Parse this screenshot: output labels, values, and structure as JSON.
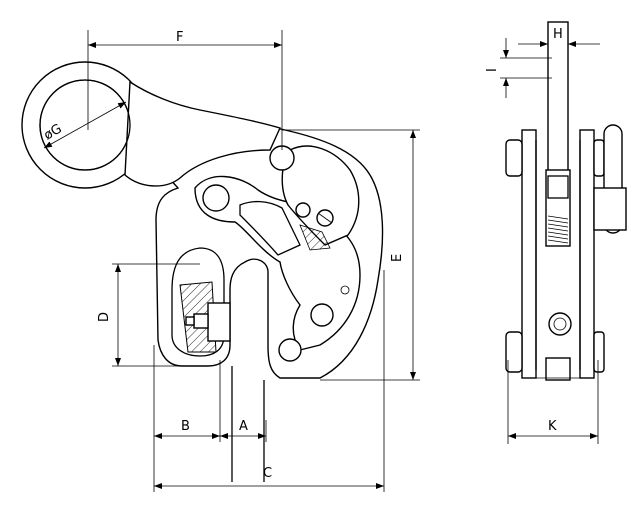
{
  "labels": {
    "F": "F",
    "G": "øG",
    "E": "E",
    "D": "D",
    "B": "B",
    "A": "A",
    "C": "C",
    "H": "H",
    "I": "I",
    "K": "K"
  },
  "colors": {
    "line": "#000000",
    "background": "#ffffff"
  }
}
